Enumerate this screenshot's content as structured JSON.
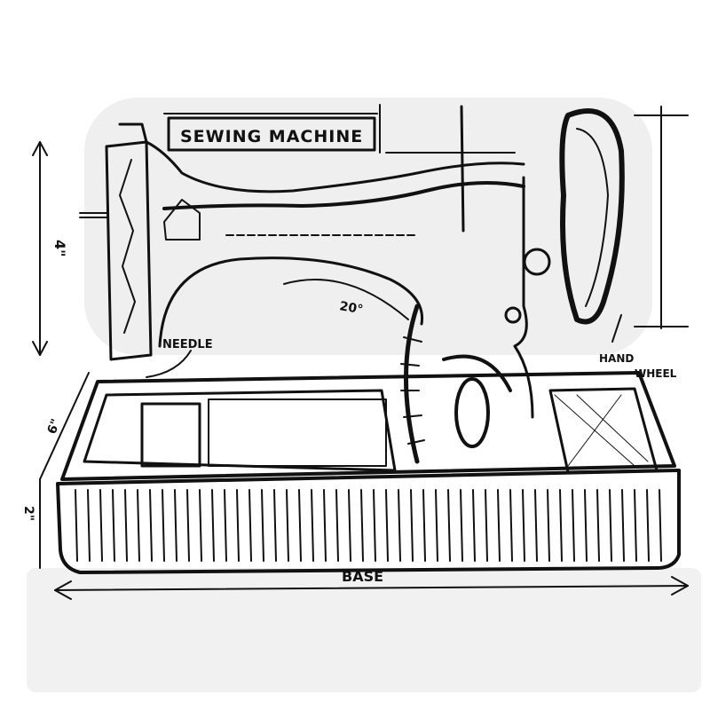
{
  "title": "SEWING MACHINE",
  "labels": {
    "height_dim": "4\"",
    "depth_dim": "6\"",
    "base_height_dim": "2\"",
    "needle": "NEEDLE",
    "angle": "20°",
    "hand_wheel_1": "HAND",
    "hand_wheel_2": "WHEEL",
    "base": "BASE"
  },
  "colors": {
    "ink": "#111111",
    "background_texture": "#ececec"
  }
}
